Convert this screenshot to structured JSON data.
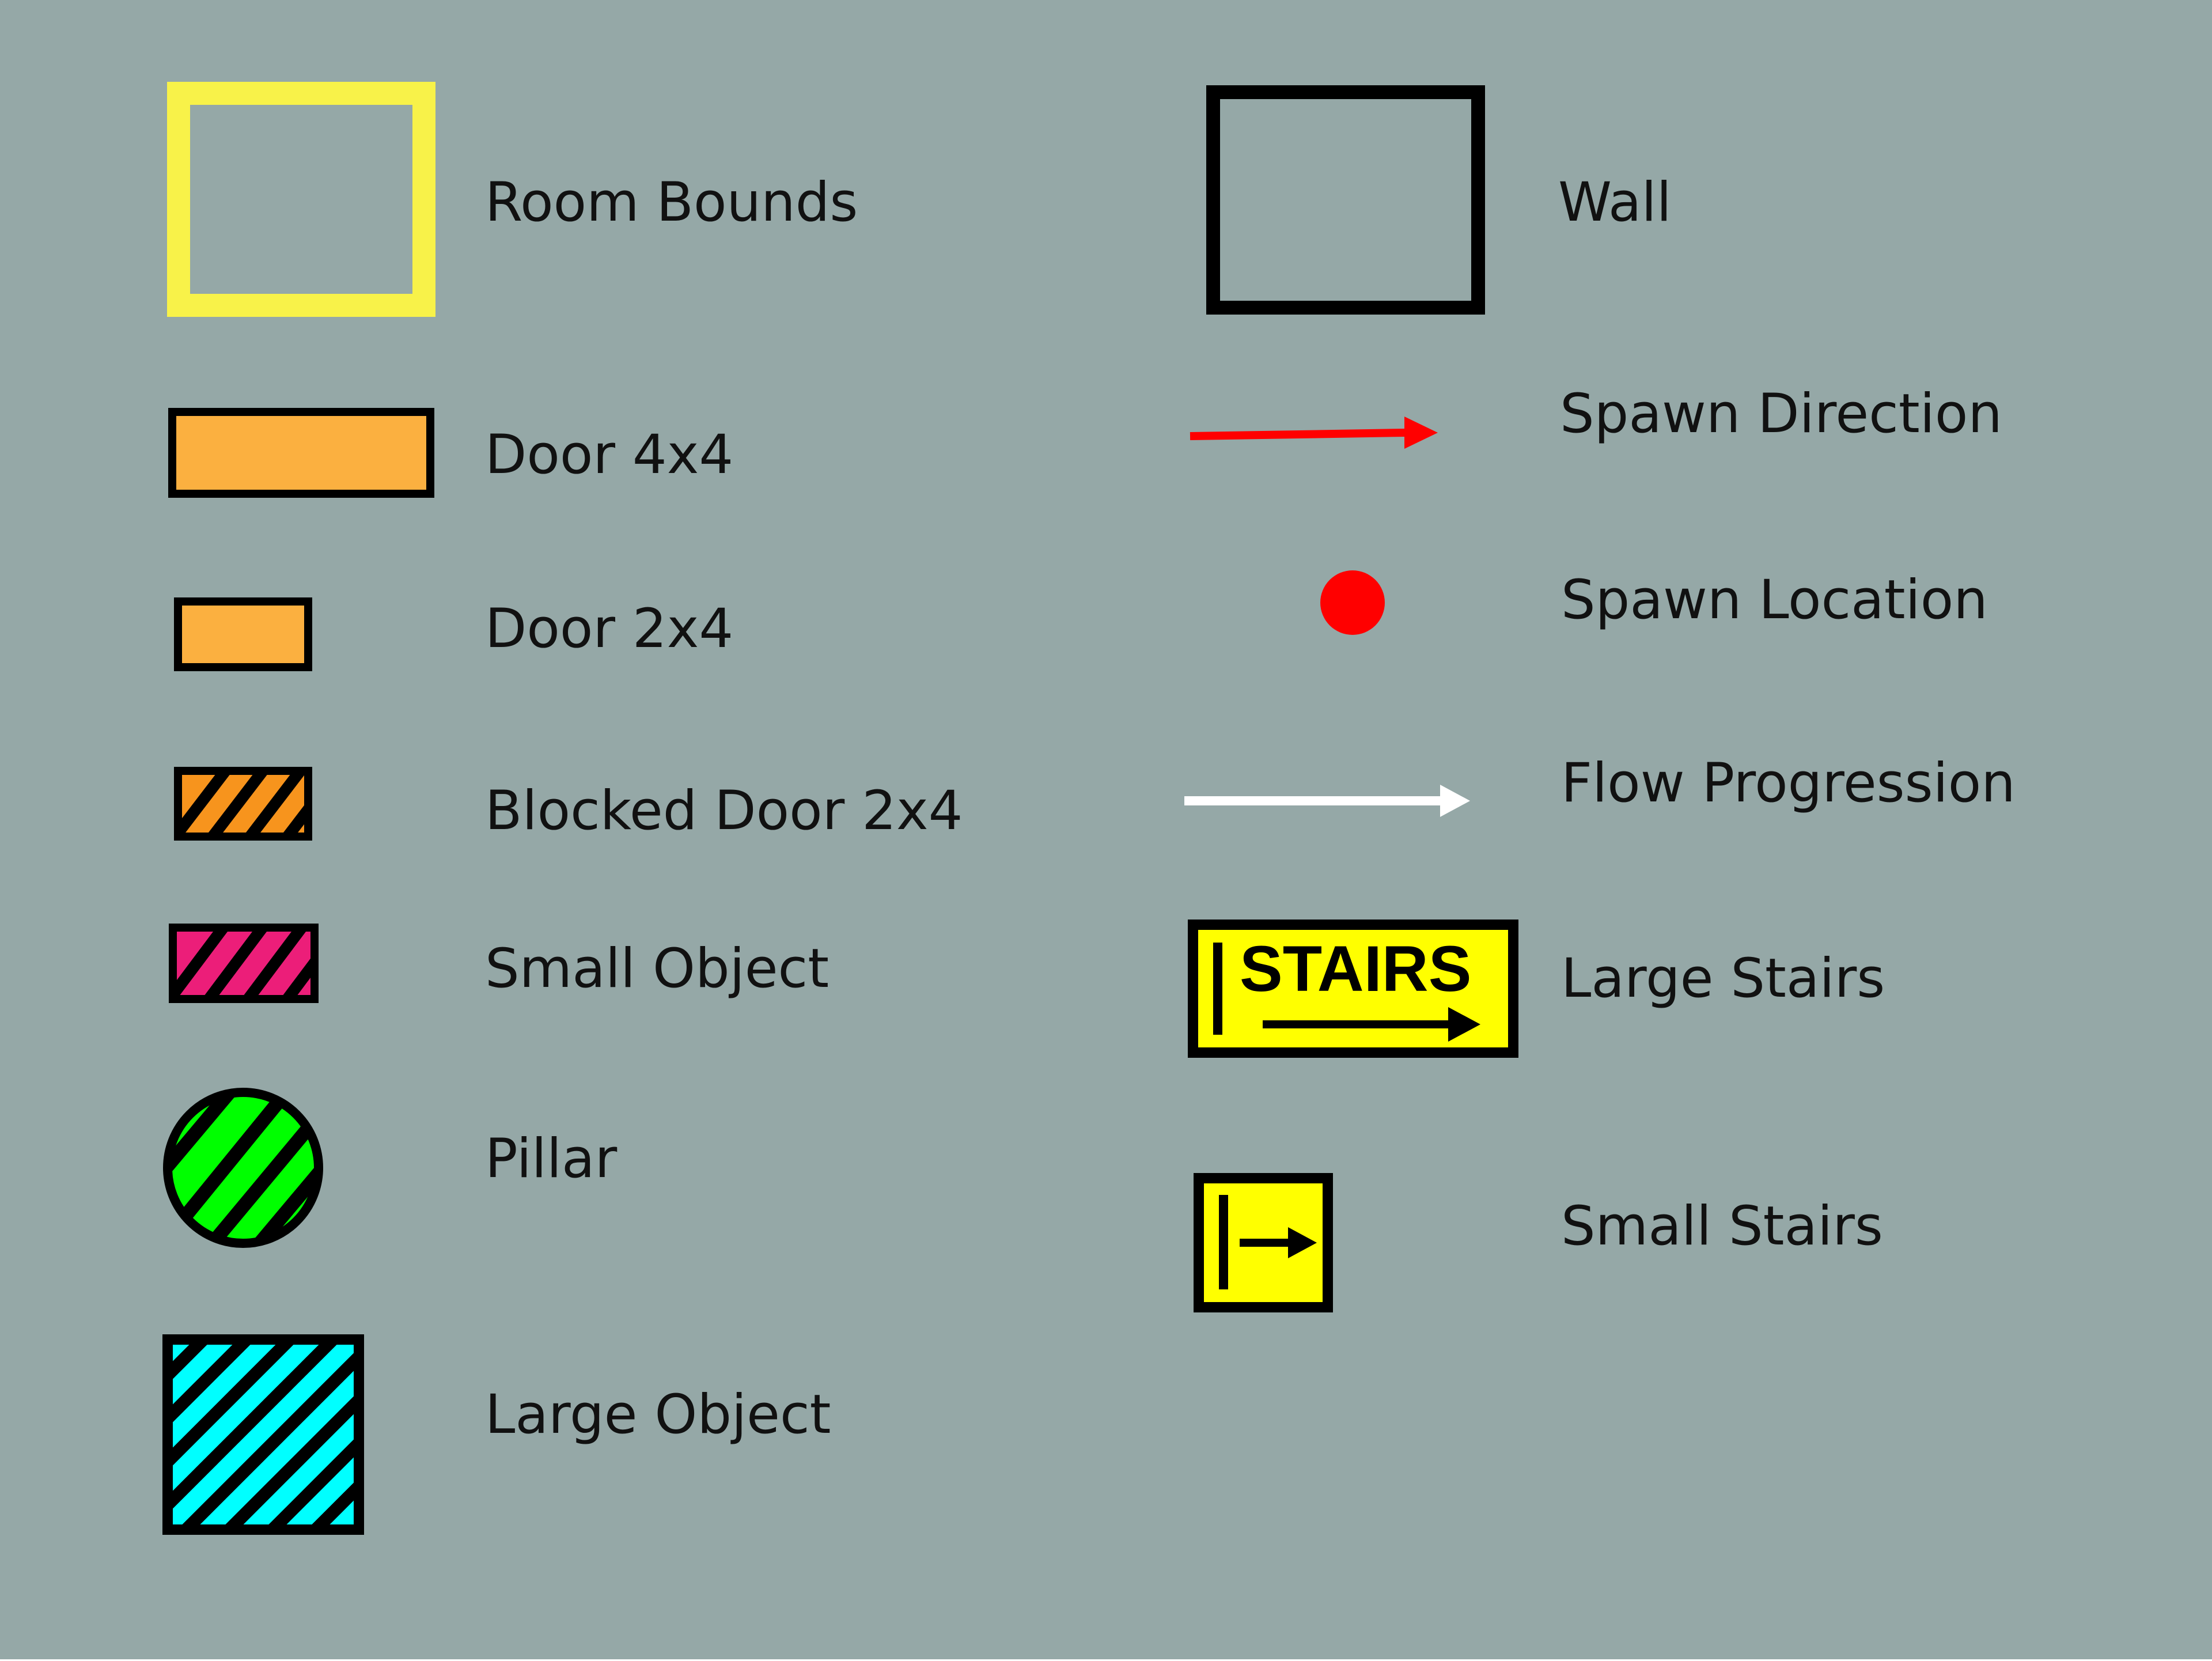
{
  "colors": {
    "background": "#95a8a7",
    "room_bounds": "#f8f249",
    "door": "#fbb040",
    "blocked_door": "#f7941d",
    "small_object": "#ec1e79",
    "pillar": "#00ff00",
    "large_object": "#00ffff",
    "spawn": "#ff0000",
    "flow": "#ffffff",
    "stairs": "#ffff00",
    "outline": "#000000",
    "text": "#111111"
  },
  "legend": {
    "room_bounds": {
      "label": "Room Bounds",
      "icon": "yellow-outline-rectangle"
    },
    "door_4x4": {
      "label": "Door 4x4",
      "icon": "orange-bar"
    },
    "door_2x4": {
      "label": "Door 2x4",
      "icon": "orange-small-bar"
    },
    "blocked_door_2x4": {
      "label": "Blocked Door 2x4",
      "icon": "orange-hatched-bar"
    },
    "small_object": {
      "label": "Small Object",
      "icon": "pink-hatched-bar"
    },
    "pillar": {
      "label": "Pillar",
      "icon": "green-hatched-circle"
    },
    "large_object": {
      "label": "Large Object",
      "icon": "cyan-hatched-square"
    },
    "wall": {
      "label": "Wall",
      "icon": "black-outline-rectangle"
    },
    "spawn_direction": {
      "label": "Spawn Direction",
      "icon": "red-arrow"
    },
    "spawn_location": {
      "label": "Spawn Location",
      "icon": "red-dot"
    },
    "flow_progression": {
      "label": "Flow Progression",
      "icon": "white-arrow"
    },
    "large_stairs": {
      "label": "Large Stairs",
      "icon": "large-stairs-sign",
      "sign_text": "STAIRS"
    },
    "small_stairs": {
      "label": "Small Stairs",
      "icon": "small-stairs-sign"
    }
  }
}
